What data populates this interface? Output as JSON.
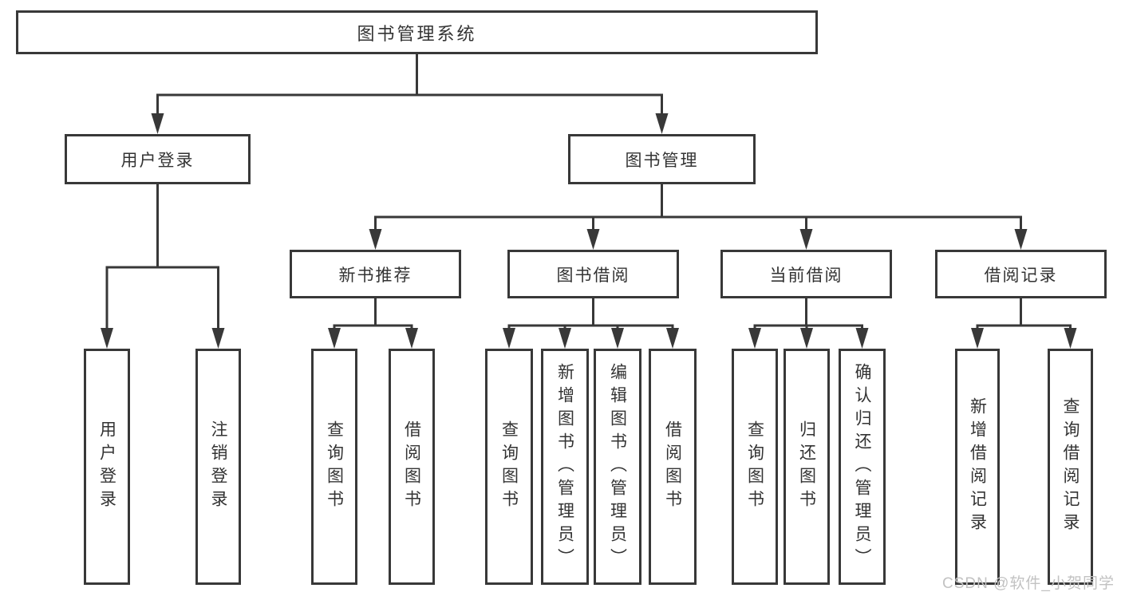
{
  "tree": {
    "label": "图书管理系统",
    "children": [
      {
        "label": "用户登录",
        "children": [
          {
            "label": "用户登录"
          },
          {
            "label": "注销登录"
          }
        ]
      },
      {
        "label": "图书管理",
        "children": [
          {
            "label": "新书推荐",
            "children": [
              {
                "label": "查询图书"
              },
              {
                "label": "借阅图书"
              }
            ]
          },
          {
            "label": "图书借阅",
            "children": [
              {
                "label": "查询图书"
              },
              {
                "label": "新增图书（管理员）"
              },
              {
                "label": "编辑图书（管理员）"
              },
              {
                "label": "借阅图书"
              }
            ]
          },
          {
            "label": "当前借阅",
            "children": [
              {
                "label": "查询图书"
              },
              {
                "label": "归还图书"
              },
              {
                "label": "确认归还（管理员）"
              }
            ]
          },
          {
            "label": "借阅记录",
            "children": [
              {
                "label": "新增借阅记录"
              },
              {
                "label": "查询借阅记录"
              }
            ]
          }
        ]
      }
    ]
  },
  "watermark": {
    "text": "CSDN @软件_小贺同学"
  },
  "colors": {
    "line": "#383838",
    "text": "#333333",
    "box_fill": "#ffffff",
    "background": "#ffffff",
    "watermark": "#c2c2c2"
  }
}
